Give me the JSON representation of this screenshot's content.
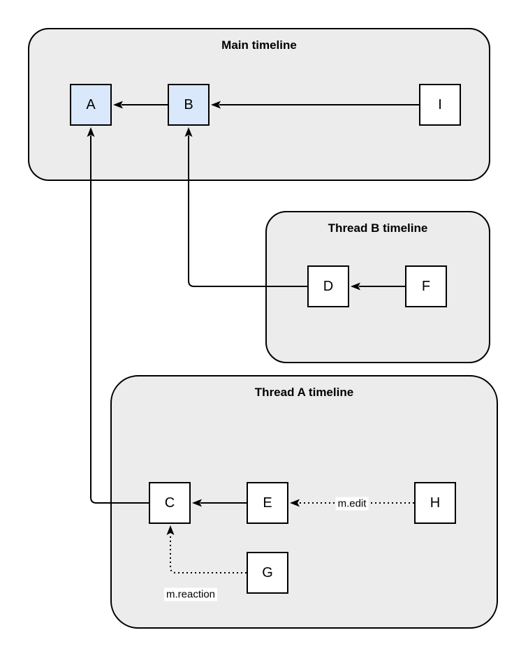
{
  "diagram": {
    "background": "#ffffff",
    "containers": [
      {
        "id": "main",
        "title": "Main timeline"
      },
      {
        "id": "thread-b",
        "title": "Thread B timeline"
      },
      {
        "id": "thread-a",
        "title": "Thread A timeline"
      }
    ],
    "nodes": [
      {
        "id": "A",
        "label": "A",
        "fill": "#dae8fc",
        "container": "main"
      },
      {
        "id": "B",
        "label": "B",
        "fill": "#dae8fc",
        "container": "main"
      },
      {
        "id": "I",
        "label": "I",
        "fill": "#ffffff",
        "container": "main"
      },
      {
        "id": "D",
        "label": "D",
        "fill": "#ffffff",
        "container": "thread-b"
      },
      {
        "id": "F",
        "label": "F",
        "fill": "#ffffff",
        "container": "thread-b"
      },
      {
        "id": "C",
        "label": "C",
        "fill": "#ffffff",
        "container": "thread-a"
      },
      {
        "id": "E",
        "label": "E",
        "fill": "#ffffff",
        "container": "thread-a"
      },
      {
        "id": "H",
        "label": "H",
        "fill": "#ffffff",
        "container": "thread-a"
      },
      {
        "id": "G",
        "label": "G",
        "fill": "#ffffff",
        "container": "thread-a"
      }
    ],
    "edges": [
      {
        "from": "B",
        "to": "A",
        "style": "solid",
        "label": ""
      },
      {
        "from": "I",
        "to": "B",
        "style": "solid",
        "label": ""
      },
      {
        "from": "F",
        "to": "D",
        "style": "solid",
        "label": ""
      },
      {
        "from": "D",
        "to": "B",
        "style": "solid",
        "label": ""
      },
      {
        "from": "E",
        "to": "C",
        "style": "solid",
        "label": ""
      },
      {
        "from": "C",
        "to": "A",
        "style": "solid",
        "label": ""
      },
      {
        "from": "H",
        "to": "E",
        "style": "dotted",
        "label": "m.edit"
      },
      {
        "from": "G",
        "to": "C",
        "style": "dotted",
        "label": "m.reaction"
      }
    ],
    "edge_labels": {
      "m_edit": "m.edit",
      "m_reaction": "m.reaction"
    },
    "colors": {
      "container_fill": "#ececec",
      "container_border": "#000000",
      "node_border": "#000000",
      "node_highlight_fill": "#dae8fc",
      "node_default_fill": "#ffffff",
      "edge_stroke": "#000000",
      "label_background": "#ffffff"
    }
  }
}
